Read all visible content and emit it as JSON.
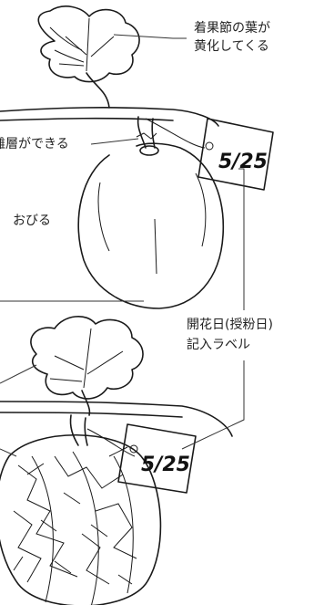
{
  "labels": {
    "leaf_yellowing_1": "着果節の葉が",
    "leaf_yellowing_2": "黄化してくる",
    "abscission_layer": "離層ができる",
    "tinge": "おびる",
    "label_title_1": "開花日(授粉日)",
    "label_title_2": "記入ラベル"
  },
  "tags": {
    "tag_top": "5/25",
    "tag_bottom": "5/25"
  }
}
